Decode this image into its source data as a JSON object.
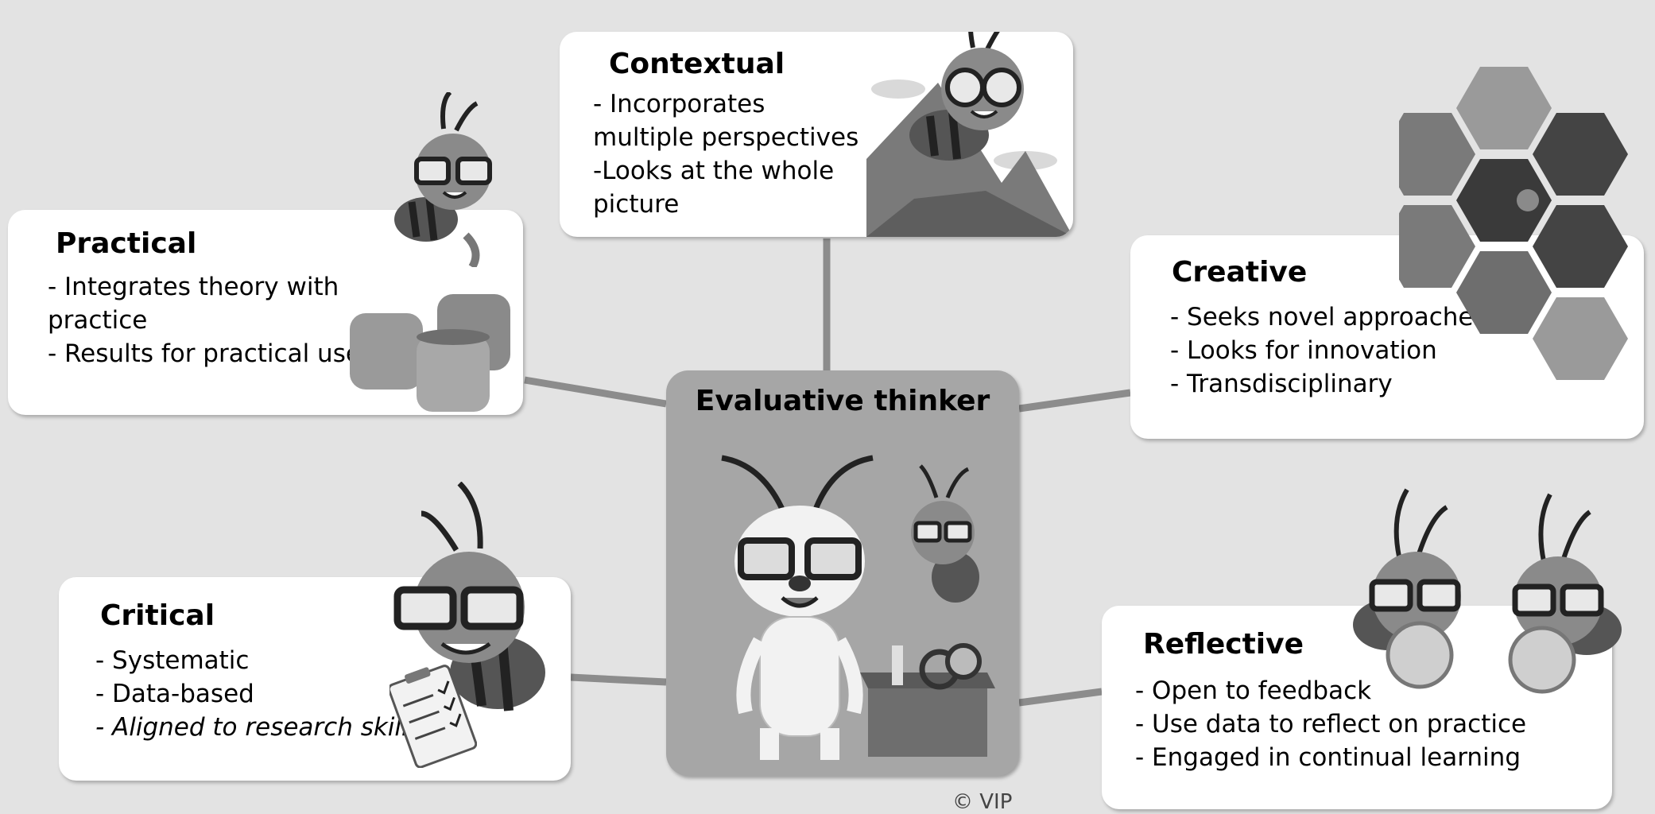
{
  "center": {
    "title": "Evaluative thinker"
  },
  "nodes": {
    "contextual": {
      "title": "Contextual",
      "items": [
        "- Incorporates multiple perspectives",
        "-Looks at the whole picture"
      ]
    },
    "practical": {
      "title": "Practical",
      "items": [
        "- Integrates theory with practice",
        "- Results for practical use"
      ]
    },
    "creative": {
      "title": "Creative",
      "items": [
        "- Seeks novel approaches",
        "- Looks for innovation",
        "- Transdisciplinary"
      ]
    },
    "critical": {
      "title": "Critical",
      "items": [
        "- Systematic",
        "- Data-based",
        "- Aligned to research skills"
      ]
    },
    "reflective": {
      "title": "Reflective",
      "items": [
        "- Open to feedback",
        "- Use data to reflect on practice",
        "- Engaged in continual learning"
      ]
    }
  },
  "copyright": "© VIP",
  "colors": {
    "background": "#e3e3e3",
    "card": "#ffffff",
    "center_box": "#a6a6a6",
    "connector": "#8c8c8c"
  },
  "icons": [
    "bee-mascot-icon",
    "honey-pot-icon",
    "mountain-icon",
    "honeycomb-icon",
    "clipboard-icon",
    "toolbox-icon",
    "magnifier-icon",
    "character-mascot-icon"
  ]
}
